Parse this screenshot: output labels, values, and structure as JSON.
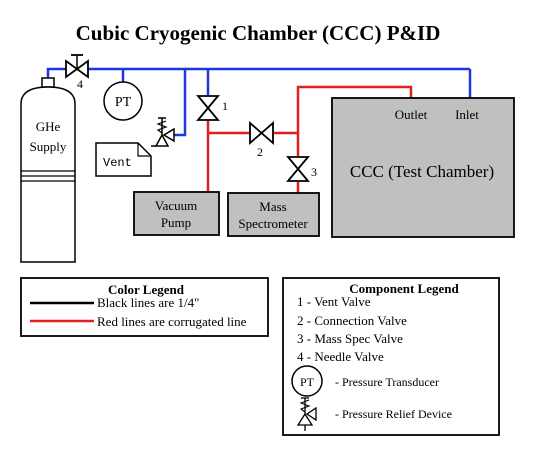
{
  "title": "Cubic Cryogenic Chamber (CCC) P&ID",
  "cylinder": {
    "line1": "GHe",
    "line2": "Supply"
  },
  "vent_label": "Vent",
  "pt_label": "PT",
  "valve_numbers": {
    "v1": "1",
    "v2": "2",
    "v3": "3",
    "v4": "4"
  },
  "vacuum_pump": {
    "line1": "Vacuum",
    "line2": "Pump"
  },
  "mass_spec": {
    "line1": "Mass",
    "line2": "Spectrometer"
  },
  "chamber": {
    "label": "CCC (Test Chamber)",
    "outlet": "Outlet",
    "inlet": "Inlet"
  },
  "color_legend": {
    "title": "Color Legend",
    "black": "Black lines are 1/4\"",
    "red": "Red lines are corrugated line"
  },
  "component_legend": {
    "title": "Component Legend",
    "items": [
      "1 - Vent Valve",
      "2 - Connection Valve",
      "3 - Mass Spec Valve",
      "4 - Needle Valve"
    ],
    "pt_symbol": "PT",
    "pt_desc": "- Pressure Transducer",
    "relief_desc": "- Pressure Relief Device"
  },
  "colors": {
    "blue": "#1f35e0",
    "red": "#e02020",
    "black": "#000000",
    "box_gray": "#c0c0c0"
  }
}
